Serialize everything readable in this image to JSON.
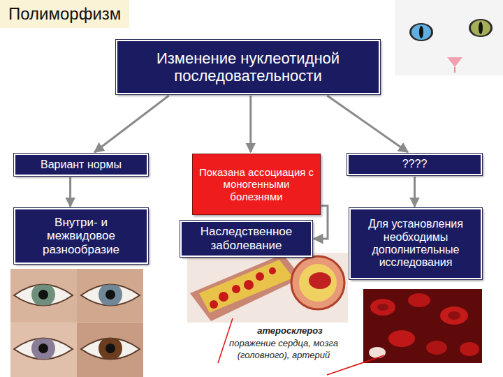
{
  "diagram": {
    "title": "Полиморфизм",
    "nodes": [
      {
        "text": [
          "Изменение нуклеотидной последовательности"
        ]
      },
      {
        "text": [
          "Вариант нормы"
        ]
      },
      {
        "text": [
          "Показана ассоциация с моногенными болезнями"
        ]
      },
      {
        "text": [
          "????"
        ]
      },
      {
        "text": [
          "Внутри- и межвидовое разнообразие"
        ]
      },
      {
        "text": [
          "Наследственное заболевание"
        ]
      },
      {
        "text": [
          "Для установления необходимы дополнительные исследования"
        ]
      }
    ],
    "edges": [
      {
        "from": 0,
        "to": 1,
        "arrow": "to"
      },
      {
        "from": 0,
        "to": 2,
        "arrow": "to"
      },
      {
        "from": 0,
        "to": 3,
        "arrow": "to"
      },
      {
        "from": 1,
        "to": 4,
        "arrow": "to"
      },
      {
        "from": 2,
        "to": 5,
        "arrow": "to"
      },
      {
        "from": 3,
        "to": 6,
        "arrow": "to"
      }
    ],
    "labels": [
      "атеросклероз",
      "поражение сердца, мозга (головного), артерий"
    ]
  }
}
